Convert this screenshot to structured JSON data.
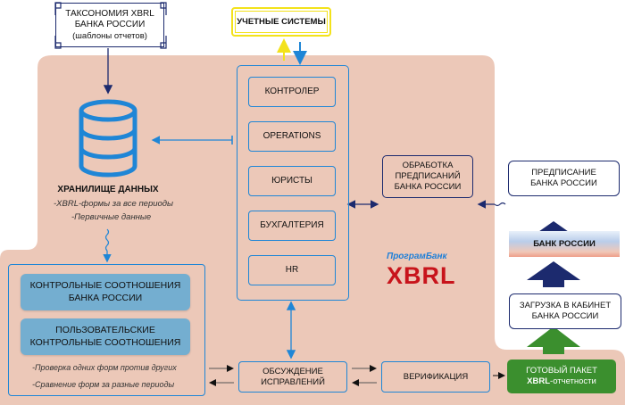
{
  "taxonomy": {
    "line1": "ТАКСОНОМИЯ XBRL",
    "line2": "БАНКА РОССИИ",
    "line3": "(шаблоны отчетов)"
  },
  "accounting_systems": {
    "label": "УЧЕТНЫЕ СИСТЕМЫ"
  },
  "departments": [
    {
      "label": "КОНТРОЛЕР"
    },
    {
      "label": "OPERATIONS"
    },
    {
      "label": "ЮРИСТЫ"
    },
    {
      "label": "БУХГАЛТЕРИЯ"
    },
    {
      "label": "HR"
    }
  ],
  "data_storage": {
    "title": "ХРАНИЛИЩЕ ДАННЫХ",
    "items": [
      "-XBRL-формы за все периоды",
      "-Первичные данные"
    ]
  },
  "control_ratios": {
    "bank_ratios": {
      "line1": "КОНТРОЛЬНЫЕ СООТНОШЕНИЯ",
      "line2": "БАНКА РОССИИ"
    },
    "user_ratios": {
      "line1": "ПОЛЬЗОВАТЕЛЬСКИЕ",
      "line2": "КОНТРОЛЬНЫЕ СООТНОШЕНИЯ"
    },
    "notes": [
      "-Проверка одних форм против других",
      "-Сравнение форм за разные периоды"
    ]
  },
  "prescription_processing": {
    "line1": "ОБРАБОТКА",
    "line2": "ПРЕДПИСАНИЙ",
    "line3": "БАНКА РОССИИ"
  },
  "bank_prescription": {
    "line1": "ПРЕДПИСАНИЕ",
    "line2": "БАНКА РОССИИ"
  },
  "bank_of_russia": {
    "label": "БАНК РОССИИ"
  },
  "upload": {
    "line1": "ЗАГРУЗКА В КАБИНЕТ",
    "line2": "БАНКА РОССИИ"
  },
  "ready_package": {
    "line1": "ГОТОВЫЙ ПАКЕТ",
    "line2_bold": "XBRL",
    "line2_rest": "-отчетности"
  },
  "discussion": {
    "line1": "ОБСУЖДЕНИЕ",
    "line2": "ИСПРАВЛЕНИЙ"
  },
  "verification": {
    "label": "ВЕРИФИКАЦИЯ"
  },
  "brand": {
    "name": "ПрограмБанк",
    "product": "XBRL"
  },
  "colors": {
    "background_zone": "#ecc8b8",
    "blue": "#1f86d6",
    "navy": "#1c2a6e",
    "yellow": "#f3e21b",
    "green": "#3b8f2e",
    "teal": "#74aed0",
    "brand_blue": "#1e7fd8",
    "brand_red": "#c8141b"
  }
}
